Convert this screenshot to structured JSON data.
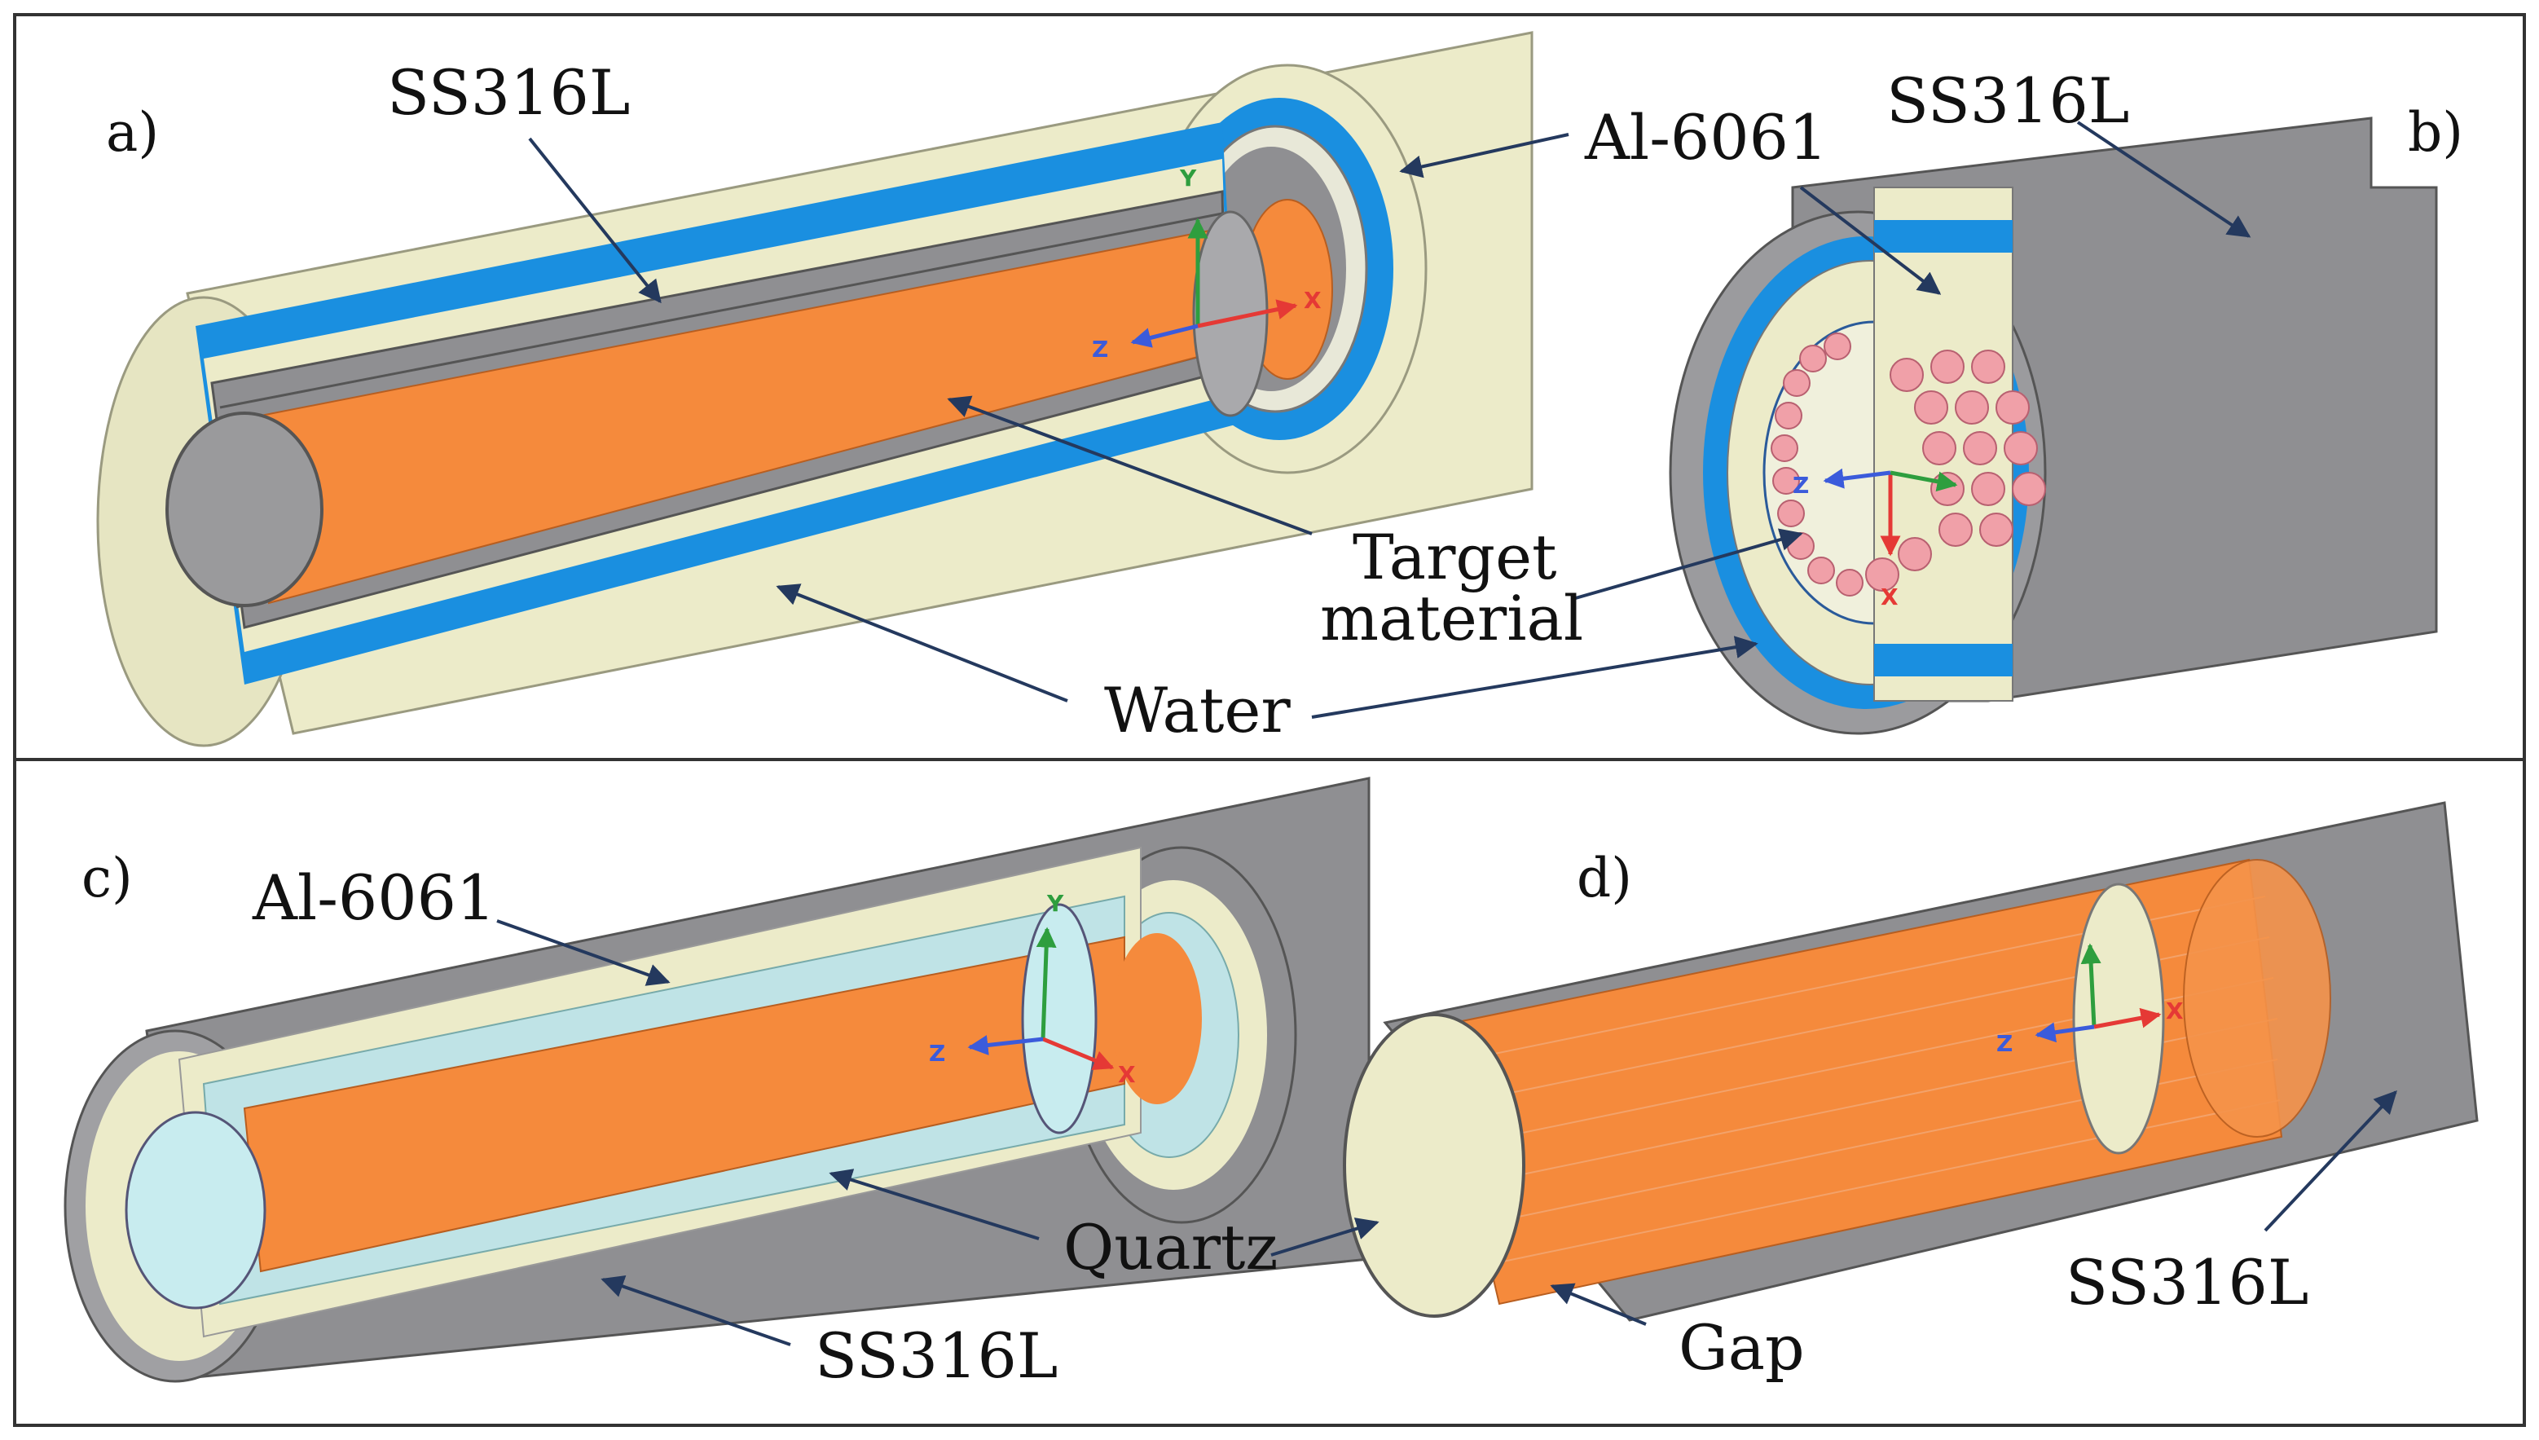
{
  "panels": {
    "a": {
      "id": "a)"
    },
    "b": {
      "id": "b)"
    },
    "c": {
      "id": "c)"
    },
    "d": {
      "id": "d)"
    }
  },
  "labels": {
    "a_ss316l": "SS316L",
    "a_al6061": "Al-6061",
    "b_ss316l": "SS316L",
    "target_line1": "Target",
    "target_line2": "material",
    "water": "Water",
    "c_al6061": "Al-6061",
    "quartz": "Quartz",
    "c_ss316l": "SS316L",
    "gap": "Gap",
    "d_ss316l": "SS316L"
  },
  "axes": {
    "x": "X",
    "y": "Y",
    "z": "Z"
  },
  "colors": {
    "steel": "#8f8f92",
    "steel_light": "#b9b9bc",
    "aluminum": "#ecebc9",
    "water": "#1a8fe0",
    "target": "#f58a3c",
    "quartz": "#bfe3e6",
    "pellet": "#f0a0a8",
    "arrow": "#24395e",
    "frame": "#333333"
  }
}
